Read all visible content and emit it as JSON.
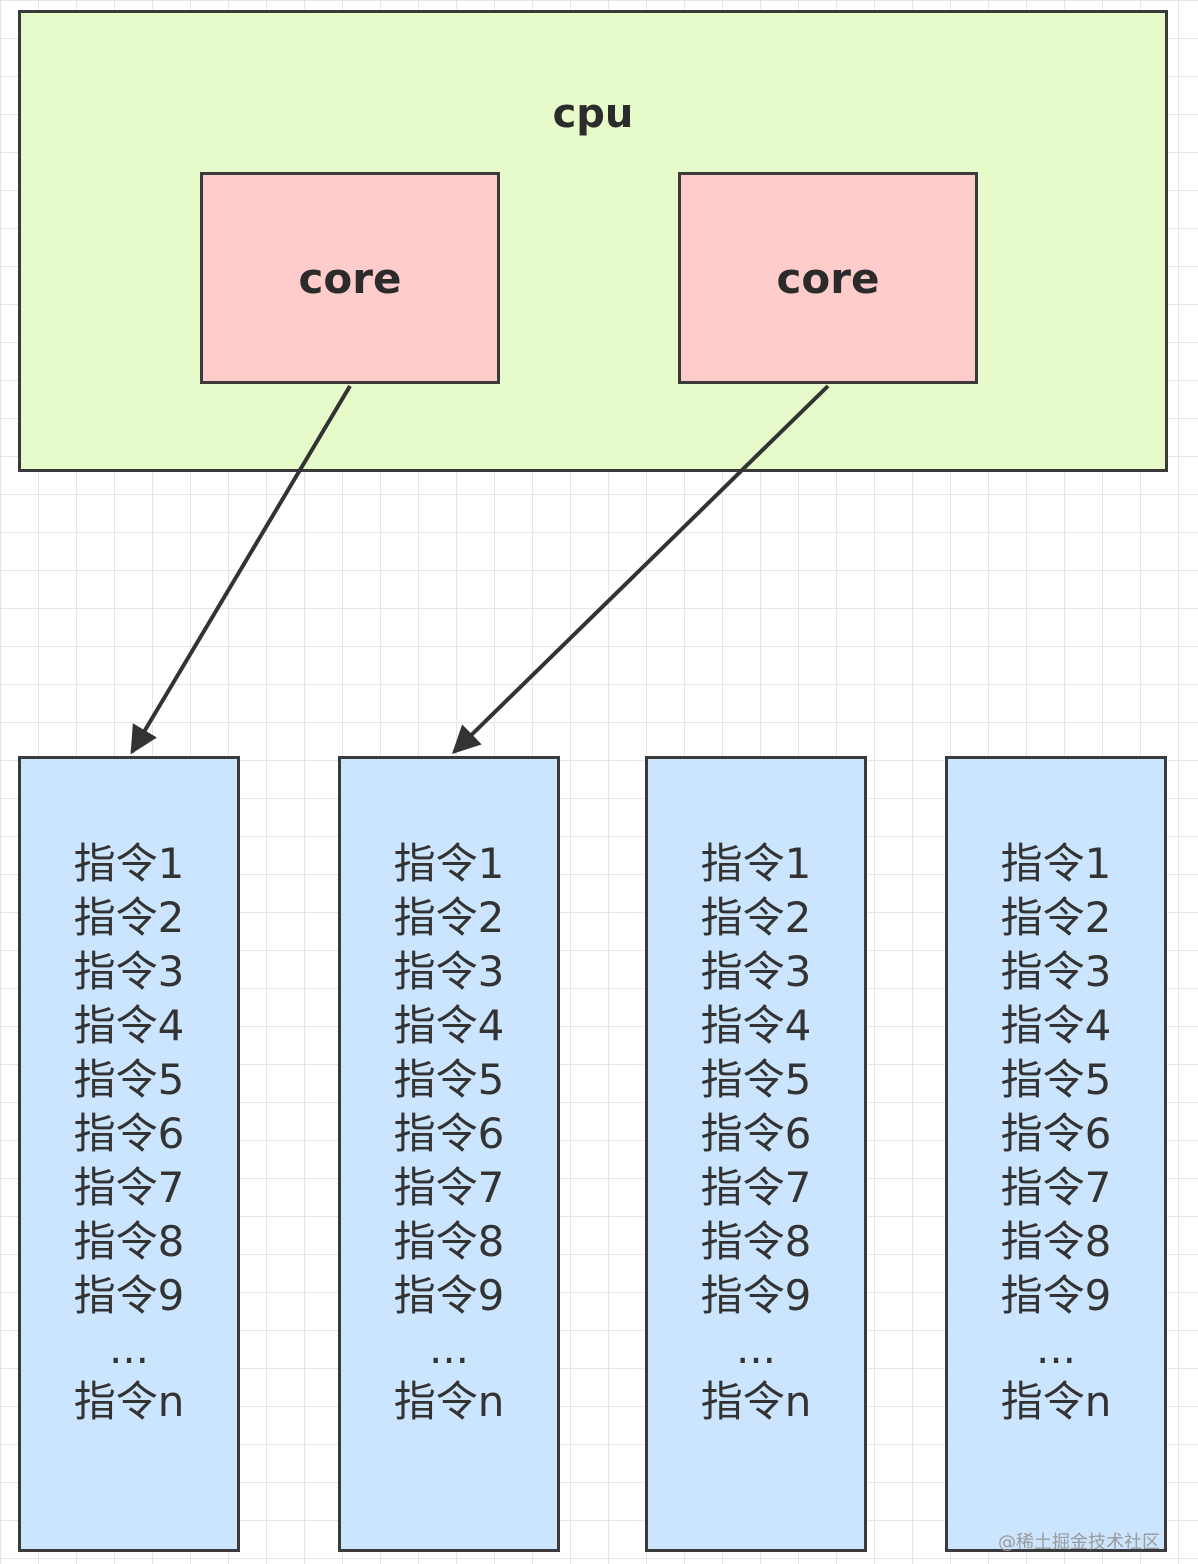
{
  "cpu": {
    "label": "cpu"
  },
  "cores": [
    {
      "label": "core"
    },
    {
      "label": "core"
    }
  ],
  "columns": [
    {
      "items": [
        "指令1",
        "指令2",
        "指令3",
        "指令4",
        "指令5",
        "指令6",
        "指令7",
        "指令8",
        "指令9",
        "...",
        "指令n"
      ]
    },
    {
      "items": [
        "指令1",
        "指令2",
        "指令3",
        "指令4",
        "指令5",
        "指令6",
        "指令7",
        "指令8",
        "指令9",
        "...",
        "指令n"
      ]
    },
    {
      "items": [
        "指令1",
        "指令2",
        "指令3",
        "指令4",
        "指令5",
        "指令6",
        "指令7",
        "指令8",
        "指令9",
        "...",
        "指令n"
      ]
    },
    {
      "items": [
        "指令1",
        "指令2",
        "指令3",
        "指令4",
        "指令5",
        "指令6",
        "指令7",
        "指令8",
        "指令9",
        "...",
        "指令n"
      ]
    }
  ],
  "watermark": "@稀土掘金技术社区",
  "colors": {
    "cpu_fill": "#e6fbc9",
    "core_fill": "#ffcccc",
    "column_fill": "#cce5ff",
    "stroke": "#3a3a3a"
  }
}
